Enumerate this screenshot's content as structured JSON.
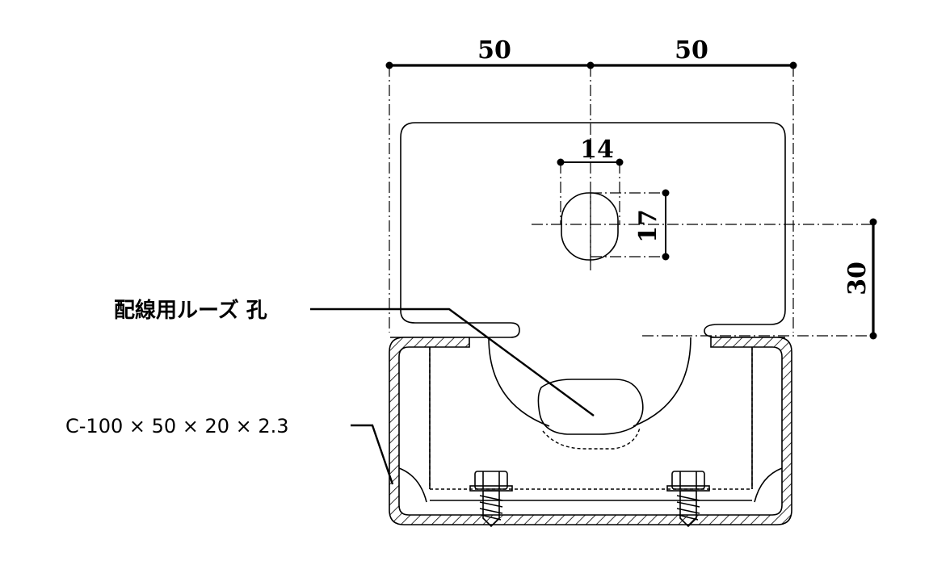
{
  "dimensions": {
    "top_left": "50",
    "top_right": "50",
    "hole_width": "14",
    "hole_height": "17",
    "offset_right": "30"
  },
  "labels": {
    "wire_hole": "配線用ルーズ 孔",
    "channel_spec": "C-100 × 50 × 20 × 2.3"
  }
}
